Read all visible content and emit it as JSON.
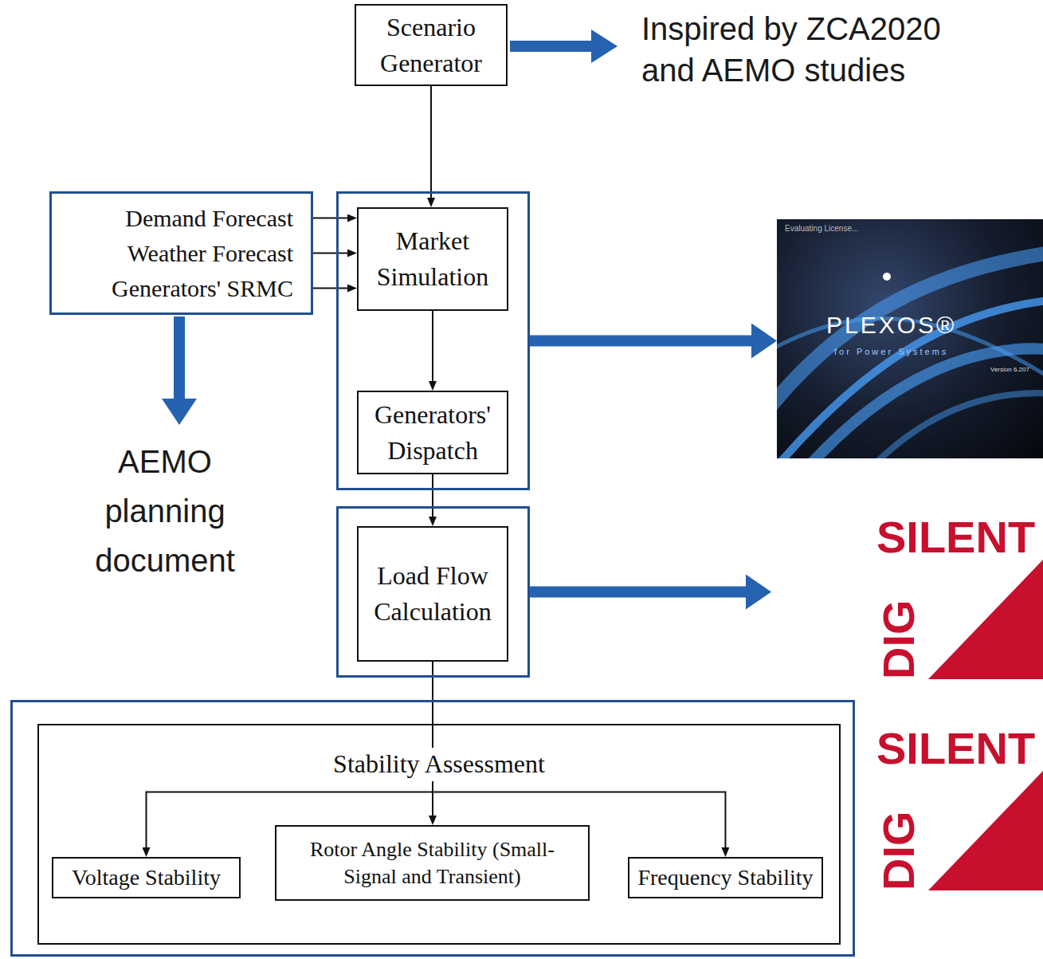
{
  "diagram": {
    "nodes": [
      {
        "text": [
          "Scenario Generator"
        ]
      },
      {
        "text": [
          "Demand Forecast",
          "Weather Forecast",
          "Generators' SRMC"
        ]
      },
      {
        "text": []
      },
      {
        "text": [
          "Market Simulation"
        ],
        "in": 2
      },
      {
        "text": [
          "Generators' Dispatch"
        ],
        "in": 2
      },
      {
        "text": [
          "Evaluating License...",
          "PLEXOS®",
          "for Power Systems",
          "Version 6.207"
        ]
      },
      {
        "text": []
      },
      {
        "text": [
          "Load Flow Calculation"
        ],
        "in": 6
      },
      {
        "text": [
          "DIG",
          "SILENT"
        ]
      },
      {
        "text": []
      },
      {
        "text": [
          "Stability Assessment"
        ],
        "in": 9
      },
      {
        "text": [
          "Voltage Stability"
        ],
        "in": 10
      },
      {
        "text": [
          "Rotor Angle Stability (Small-Signal and Transient)"
        ],
        "in": 10
      },
      {
        "text": [
          "Frequency Stability"
        ],
        "in": 10
      },
      {
        "text": [
          "DIG",
          "SILENT"
        ]
      }
    ],
    "edges": [
      {
        "from": 0,
        "to": 3,
        "arrow": "to"
      },
      {
        "from": 1,
        "to": 3,
        "arrow": "to"
      },
      {
        "from": 1,
        "to": 3,
        "arrow": "to"
      },
      {
        "from": 1,
        "to": 3,
        "arrow": "to"
      },
      {
        "from": 3,
        "to": 4,
        "arrow": "to"
      },
      {
        "from": 4,
        "to": 7,
        "arrow": "to"
      },
      {
        "from": 7,
        "to": 11,
        "arrow": "to"
      },
      {
        "from": 7,
        "to": 12,
        "arrow": "to"
      },
      {
        "from": 7,
        "to": 13,
        "arrow": "to"
      },
      {
        "from": 2,
        "to": 5,
        "arrow": "to"
      },
      {
        "from": 6,
        "to": 8,
        "arrow": "to"
      }
    ],
    "labels": [
      "Inspired by ZCA2020 and AEMO studies",
      "AEMO planning document"
    ]
  }
}
